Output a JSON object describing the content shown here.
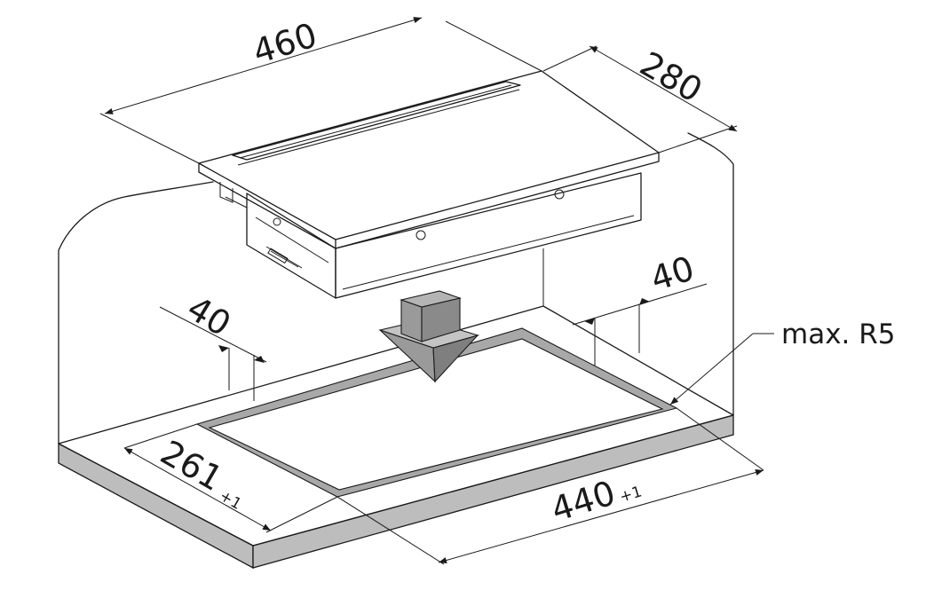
{
  "dimensions": {
    "hob_width": "460",
    "hob_depth": "280",
    "side_margin_left": "40",
    "side_margin_right": "40",
    "cutout_depth": "261",
    "cutout_depth_tol": "+1",
    "cutout_width": "440",
    "cutout_width_tol": "+1",
    "corner_radius": "max. R5"
  },
  "colors": {
    "line": "#1a1a1a",
    "worktop_edge": "#bdbdbd",
    "cutout_rim": "#a8a8a8",
    "duct_front": "#9a9a9a",
    "duct_side": "#7f7f7f",
    "duct_top": "#c4c4c4"
  }
}
